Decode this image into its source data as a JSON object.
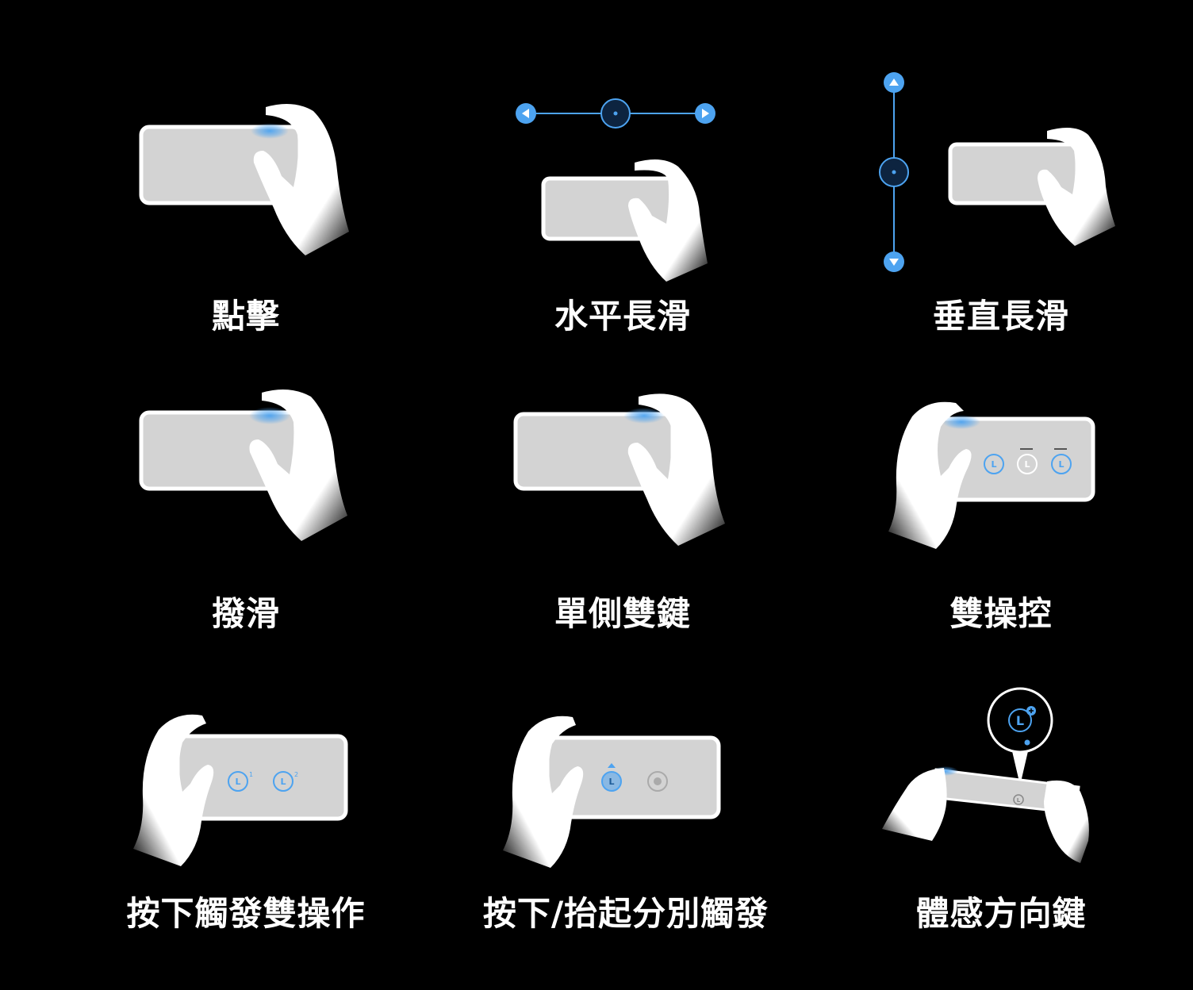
{
  "gestures": [
    {
      "label": "點擊"
    },
    {
      "label": "水平長滑"
    },
    {
      "label": "垂直長滑"
    },
    {
      "label": "撥滑"
    },
    {
      "label": "單側雙鍵"
    },
    {
      "label": "雙操控"
    },
    {
      "label": "按下觸發雙操作"
    },
    {
      "label": "按下/抬起分別觸發"
    },
    {
      "label": "體感方向鍵"
    }
  ],
  "button_letter": "L",
  "button_superscripts": [
    "1",
    "2"
  ],
  "colors": {
    "background": "#000000",
    "phone_fill": "#d3d3d3",
    "phone_border": "#ffffff",
    "hand": "#ffffff",
    "accent_blue": "#4da3f0",
    "dark_node": "#0d2440"
  }
}
